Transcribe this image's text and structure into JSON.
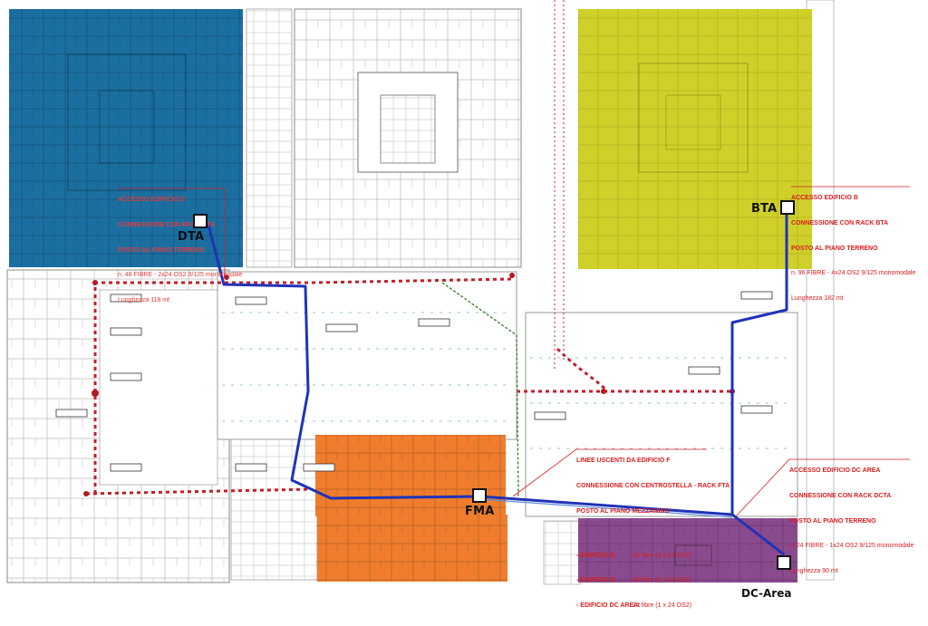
{
  "colors": {
    "blue_zone": "#1b6ea0",
    "yellow_zone": "#cfd02a",
    "orange_zone": "#ef7d2d",
    "purple_zone": "#8a4a8e",
    "fiber_route": "#1f33b8",
    "dotted_route": "#c0202a",
    "annotation": "#d81e1e"
  },
  "nodes": {
    "dta": "DTA",
    "bta": "BTA",
    "fma": "FMA",
    "dc_area": "DC-Area"
  },
  "notes": {
    "building_b": {
      "line1": "ACCESSO EDIFICIO B",
      "line2": "CONNESSIONE CON RACK BTA",
      "line3": "POSTO AL PIANO TERRENO",
      "line4": "n. 96 FIBRE - 4x24 OS2 9/125 monomodale",
      "line5": "Lunghezza 182 mt"
    },
    "building_d": {
      "line1": "ACCESSO EDIFICIO D",
      "line2": "CONNESSIONE CON RACK DTA",
      "line3": "POSTO AL PIANO TERRENO",
      "line4": "n. 48 FIBRE - 2x24 OS2 9/125 monomodale",
      "line5": "Lunghezza 118 mt"
    },
    "building_f": {
      "line1": "LINEE USCENTI DA EDIFICIO F",
      "line2": "CONNESSIONE CON CENTROSTELLA - RACK FTA",
      "line3": "POSTO AL PIANO MEZZANINO",
      "rows": [
        {
          "name": "- EDIFICIO B:",
          "fibers": "96 fibre (4 x 24 OS2)"
        },
        {
          "name": "- EDIFICIO D:",
          "fibers": "48 fibre (2 x 24 OS2)"
        },
        {
          "name": "- EDIFICIO DC AREA:",
          "fibers": "24 fibre (1 x 24 OS2)"
        }
      ]
    },
    "dc_area": {
      "line1": "ACCESSO EDIFICIO DC AREA",
      "line2": "CONNESSIONE CON RACK DCTA",
      "line3": "POSTO AL PIANO TERRENO",
      "line4": "n. 24 FIBRE - 1x24 OS2 9/125 monomodale",
      "line5": "Lunghezza 90 mt"
    }
  }
}
